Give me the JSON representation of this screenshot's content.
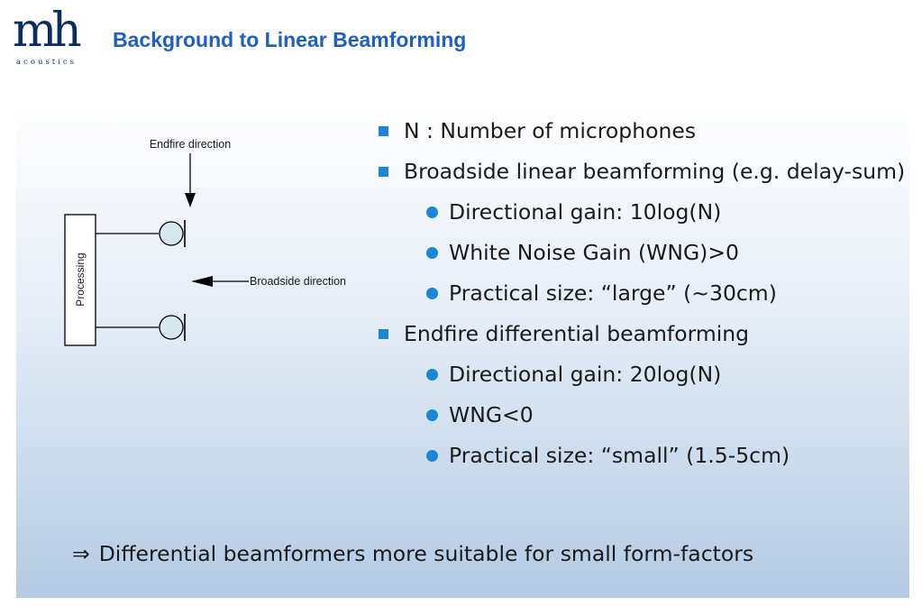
{
  "logo": {
    "mark": "mh",
    "subtitle": "acoustics"
  },
  "title": "Background to Linear Beamforming",
  "diagram": {
    "endfire_label": "Endfire direction",
    "broadside_label": "Broadside direction",
    "processing_label": "Processing"
  },
  "bullets": [
    {
      "level": 1,
      "text": "N : Number of microphones"
    },
    {
      "level": 1,
      "text": "Broadside linear beamforming (e.g. delay-sum)"
    },
    {
      "level": 2,
      "text": "Directional gain: 10log(N)"
    },
    {
      "level": 2,
      "text": "White Noise Gain (WNG)>0"
    },
    {
      "level": 2,
      "text": "Practical size: “large” (~30cm)"
    },
    {
      "level": 1,
      "text": "Endfire differential beamforming"
    },
    {
      "level": 2,
      "text": "Directional gain: 20log(N)"
    },
    {
      "level": 2,
      "text": "WNG<0"
    },
    {
      "level": 2,
      "text": "Practical size: “small” (1.5-5cm)"
    }
  ],
  "conclusion": {
    "symbol": "⇒",
    "text": "Differential beamformers more suitable for small form-factors"
  },
  "colors": {
    "title": "#1f5fbf",
    "bullet": "#1a86d6",
    "logo": "#0b2d5e",
    "mic_fill": "#d8e6ee"
  }
}
